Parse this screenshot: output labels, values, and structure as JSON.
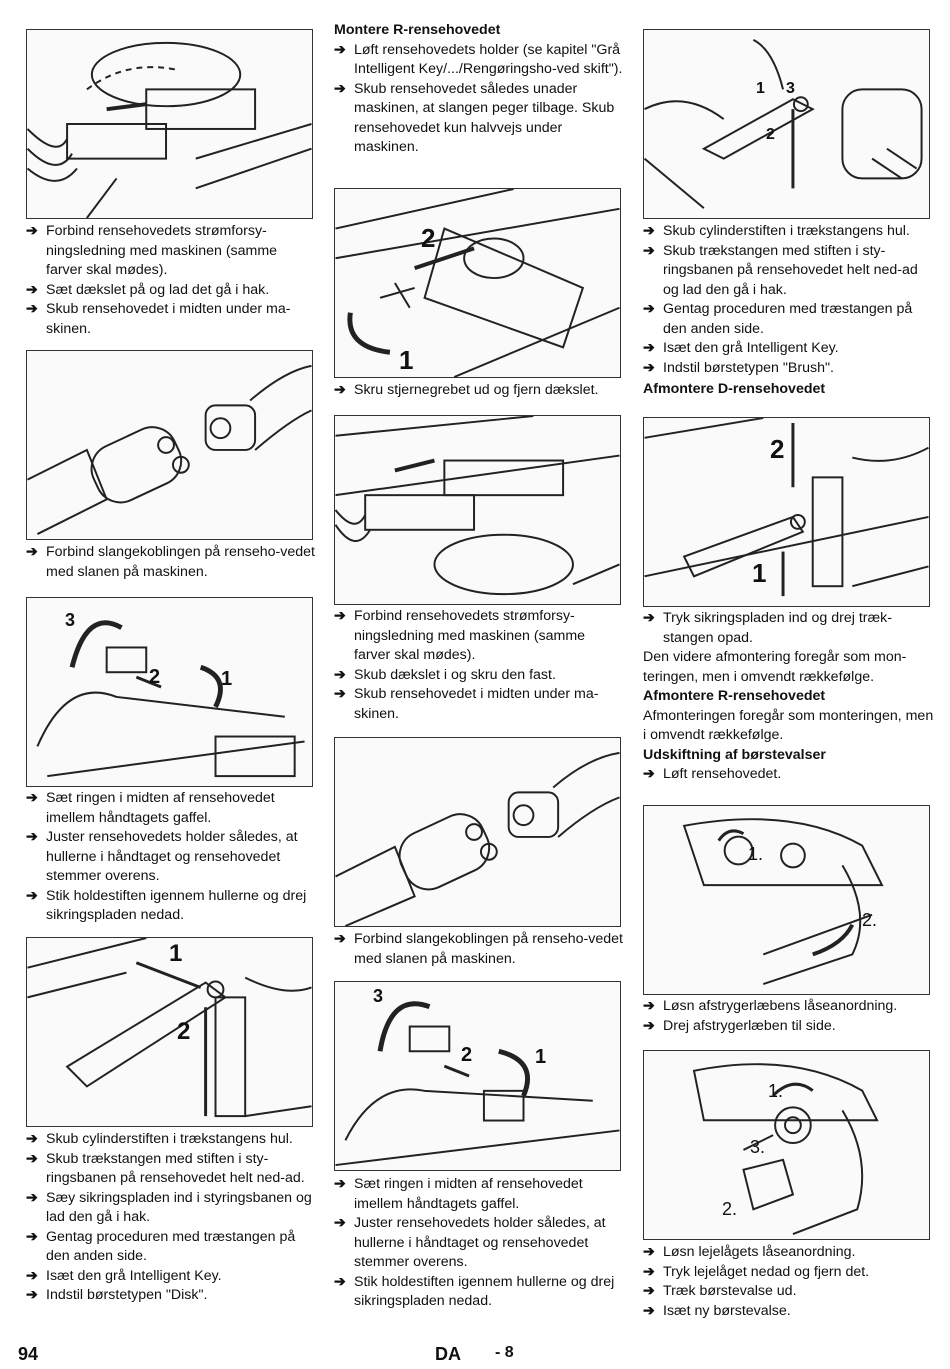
{
  "footer": {
    "page_number": "94",
    "lang": "DA",
    "section": "- 8"
  },
  "col1": {
    "steps_a": [
      "Forbind rensehovedets strømforsy-ningsledning med maskinen (samme farver skal mødes).",
      "Sæt dækslet på og lad det gå i hak.",
      "Skub rensehovedet i midten under ma-skinen."
    ],
    "steps_b": [
      "Forbind slangekoblingen på renseho-vedet med slanen på maskinen."
    ],
    "steps_c": [
      "Sæt ringen i midten af rensehovedet imellem håndtagets gaffel.",
      "Juster rensehovedets holder således, at hullerne i håndtaget og rensehovedet stemmer overens.",
      "Stik holdestiften igennem hullerne og drej sikringspladen nedad."
    ],
    "steps_d": [
      "Skub cylinderstiften i trækstangens hul.",
      "Skub trækstangen med stiften i sty-ringsbanen på rensehovedet helt ned-ad.",
      "Sæy sikringspladen ind i styringsbanen og lad den gå i hak.",
      "Gentag proceduren med træstangen på den anden side.",
      "Isæt den grå Intelligent Key.",
      "Indstil børstetypen \"Disk\"."
    ]
  },
  "col2": {
    "heading": "Montere R-rensehovedet",
    "steps_a": [
      "Løft rensehovedets holder (se kapitel \"Grå Intelligent Key/.../Rengøringsho-ved skift\").",
      "Skub rensehovedet således unader maskinen, at slangen peger tilbage. Skub rensehovedet kun halvvejs under maskinen."
    ],
    "steps_b": [
      "Skru stjernegrebet ud og fjern dækslet."
    ],
    "steps_c": [
      "Forbind rensehovedets strømforsy-ningsledning med maskinen (samme farver skal mødes).",
      "Skub dækslet i og skru den fast.",
      "Skub rensehovedet i midten under ma-skinen."
    ],
    "steps_d": [
      "Forbind slangekoblingen på renseho-vedet med slanen på maskinen."
    ],
    "steps_e": [
      "Sæt ringen i midten af rensehovedet imellem håndtagets gaffel.",
      "Juster rensehovedets holder således, at hullerne i håndtaget og rensehovedet stemmer overens.",
      "Stik holdestiften igennem hullerne og drej sikringspladen nedad."
    ]
  },
  "col3": {
    "steps_a": [
      "Skub cylinderstiften i trækstangens hul.",
      "Skub trækstangen med stiften i sty-ringsbanen på rensehovedet helt ned-ad og lad den gå i hak.",
      "Gentag proceduren med træstangen på den anden side.",
      "Isæt den grå Intelligent Key.",
      "Indstil børstetypen \"Brush\"."
    ],
    "heading_b": "Afmontere D-rensehovedet",
    "steps_b": [
      "Tryk sikringspladen ind og drej træk-stangen opad."
    ],
    "para_b": "Den videre afmontering foregår som mon-teringen, men i omvendt rækkefølge.",
    "heading_c": "Afmontere R-rensehovedet",
    "para_c": "Afmonteringen foregår som monteringen, men i omvendt rækkefølge.",
    "heading_d": "Udskiftning af børstevalser",
    "steps_d": [
      "Løft rensehovedet."
    ],
    "steps_e": [
      "Løsn afstrygerlæbens låseanordning.",
      "Drej afstrygerlæben til side."
    ],
    "steps_f": [
      "Løsn lejelågets låseanordning.",
      "Tryk lejelåget nedad og fjern det.",
      "Træk børstevalse ud.",
      "Isæt ny børstevalse."
    ]
  },
  "figure_labels": {
    "f_c3a": [
      "1",
      "3",
      "2"
    ],
    "f_c2b": [
      "2",
      "1"
    ],
    "f_c1c": [
      "3",
      "2",
      "1"
    ],
    "f_c3b": [
      "2",
      "1"
    ],
    "f_c1d": [
      "1",
      "2"
    ],
    "f_c3c": [
      "1.",
      "2."
    ],
    "f_c2e": [
      "3",
      "2",
      "1"
    ],
    "f_c3d": [
      "1.",
      "3.",
      "2."
    ]
  },
  "arrow_glyph": "➔"
}
